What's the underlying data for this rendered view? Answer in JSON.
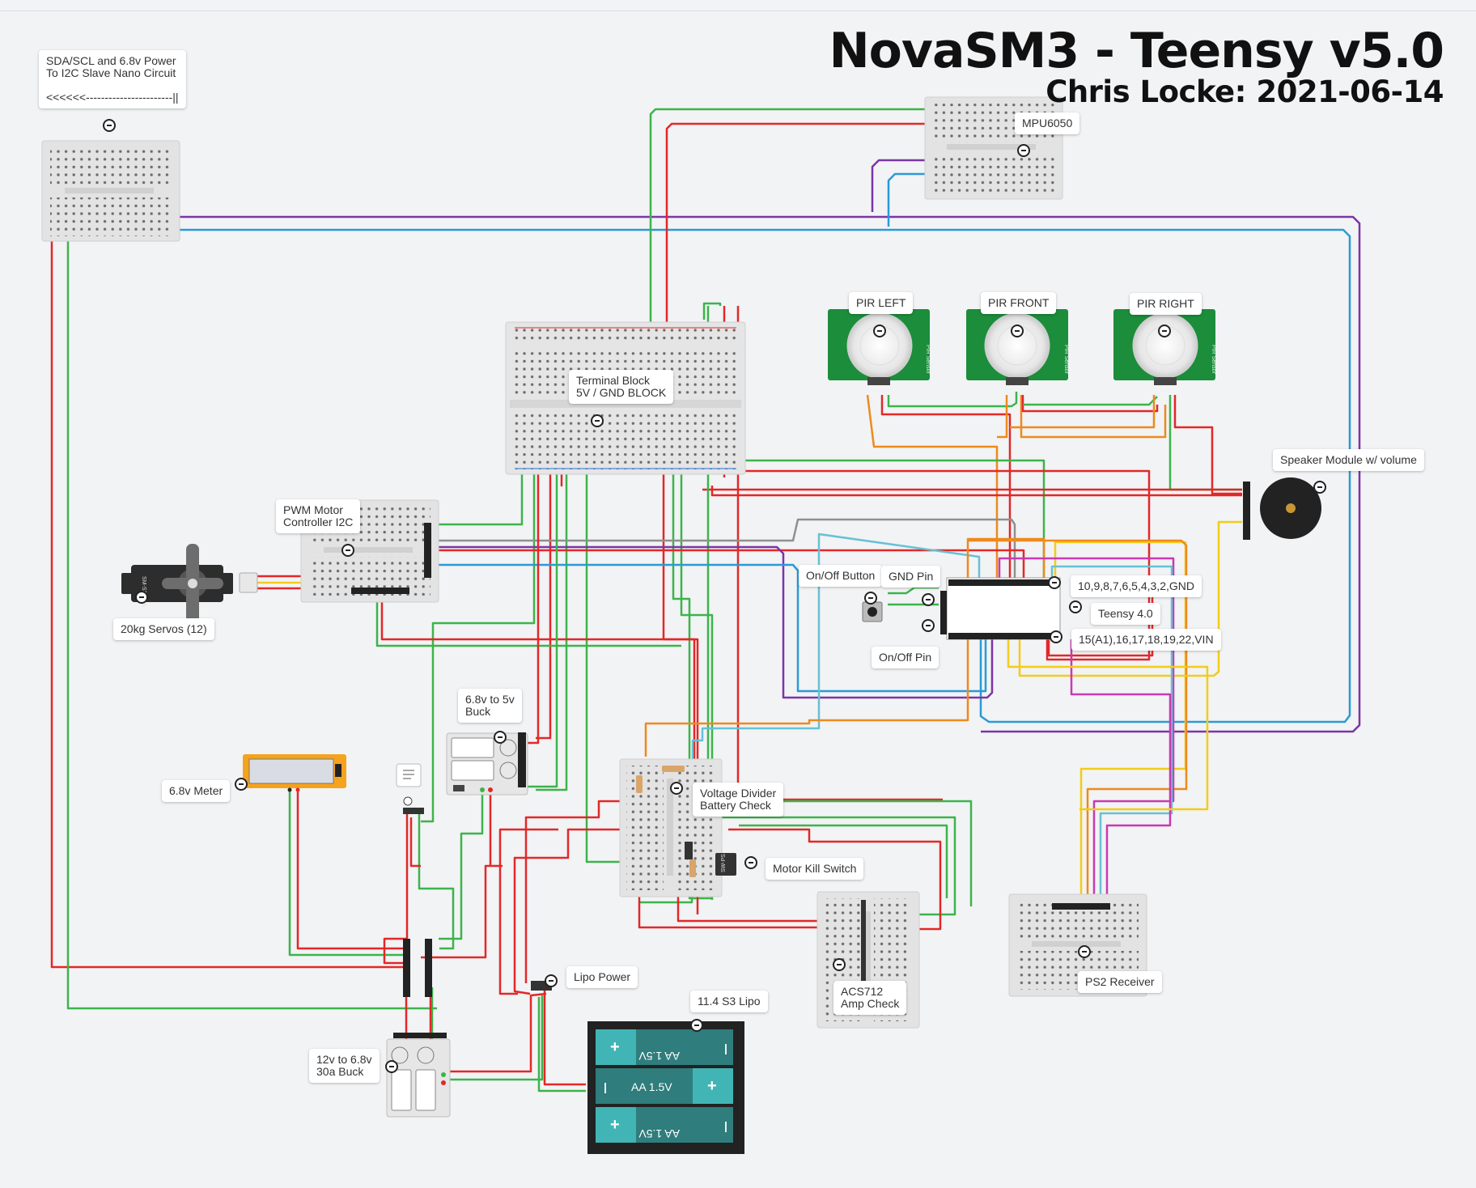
{
  "title": "NovaSM3 - Teensy v5.0",
  "subtitle": "Chris Locke: 2021-06-14",
  "notes": {
    "i2c_slave": "SDA/SCL and 6.8v Power\nTo I2C Slave Nano Circuit\n\n<<<<<<-----------------------||",
    "mpu": "MPU6050",
    "pir_left": "PIR LEFT",
    "pir_front": "PIR FRONT",
    "pir_right": "PIR RIGHT",
    "terminal": "Terminal Block\n5V / GND BLOCK",
    "speaker": "Speaker Module w/ volume",
    "pwm": "PWM Motor\nController I2C",
    "servos": "20kg Servos (12)",
    "onoff_button": "On/Off Button",
    "gnd_pin": "GND Pin",
    "onoff_pin": "On/Off Pin",
    "teensy_pins_top": "10,9,8,7,6,5,4,3,2,GND",
    "teensy": "Teensy 4.0",
    "teensy_pins_bottom": "15(A1),16,17,18,19,22,VIN",
    "buck_5v": "6.8v to 5v\nBuck",
    "meter": "6.8v Meter",
    "voltage_divider": "Voltage Divider\nBattery Check",
    "kill_switch": "Motor Kill Switch",
    "lipo_power": "Lipo Power",
    "lipo": "11.4 S3 Lipo",
    "acs712": "ACS712\nAmp Check",
    "ps2": "PS2 Receiver",
    "buck_30a": "12v to 6.8v\n30a Buck"
  },
  "battery": {
    "cell_label": "AA 1.5V",
    "plus": "+",
    "minus": "|"
  },
  "pir_sensor_text": "PIR Sensor",
  "servo_text": "SM-S2309S",
  "switch_text": "SW-PS",
  "wire_colors": {
    "red": "#e22828",
    "green": "#3cb44b",
    "blue": "#2a9ad6",
    "purple": "#7b35a6",
    "orange": "#ee8a1c",
    "yellow": "#f2cc1a",
    "gray": "#8f8f8f",
    "cyan": "#67c1d4",
    "magenta": "#c83ab2"
  }
}
